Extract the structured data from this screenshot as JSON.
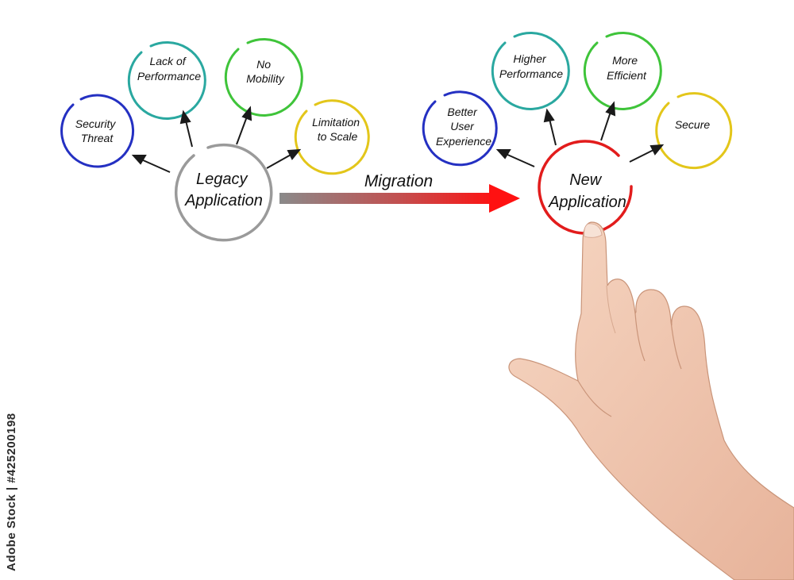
{
  "colors": {
    "blue": "#2430c2",
    "teal": "#2aa8a0",
    "green": "#3fc43a",
    "yellow": "#e3c61a",
    "gray": "#9a9a9a",
    "red": "#e21c1c",
    "arrow": "#1a1a1a",
    "skin": "#f0c7b0"
  },
  "legacy": {
    "center": {
      "line1": "Legacy",
      "line2": "Application"
    },
    "issues": {
      "security_threat": {
        "line1": "Security",
        "line2": "Threat"
      },
      "lack_of_performance": {
        "line1": "Lack of",
        "line2": "Performance"
      },
      "no_mobility": {
        "line1": "No",
        "line2": "Mobility"
      },
      "limitation_to_scale": {
        "line1": "Limitation",
        "line2": "to Scale"
      }
    }
  },
  "migration": {
    "label": "Migration"
  },
  "new_app": {
    "center": {
      "line1": "New",
      "line2": "Application"
    },
    "benefits": {
      "better_user_experience": {
        "line1": "Better",
        "line2": "User",
        "line3": "Experience"
      },
      "higher_performance": {
        "line1": "Higher",
        "line2": "Performance"
      },
      "more_efficient": {
        "line1": "More",
        "line2": "Efficient"
      },
      "secure": {
        "line1": "Secure"
      }
    }
  },
  "watermark": {
    "id_text": "Adobe Stock | #425200198"
  }
}
